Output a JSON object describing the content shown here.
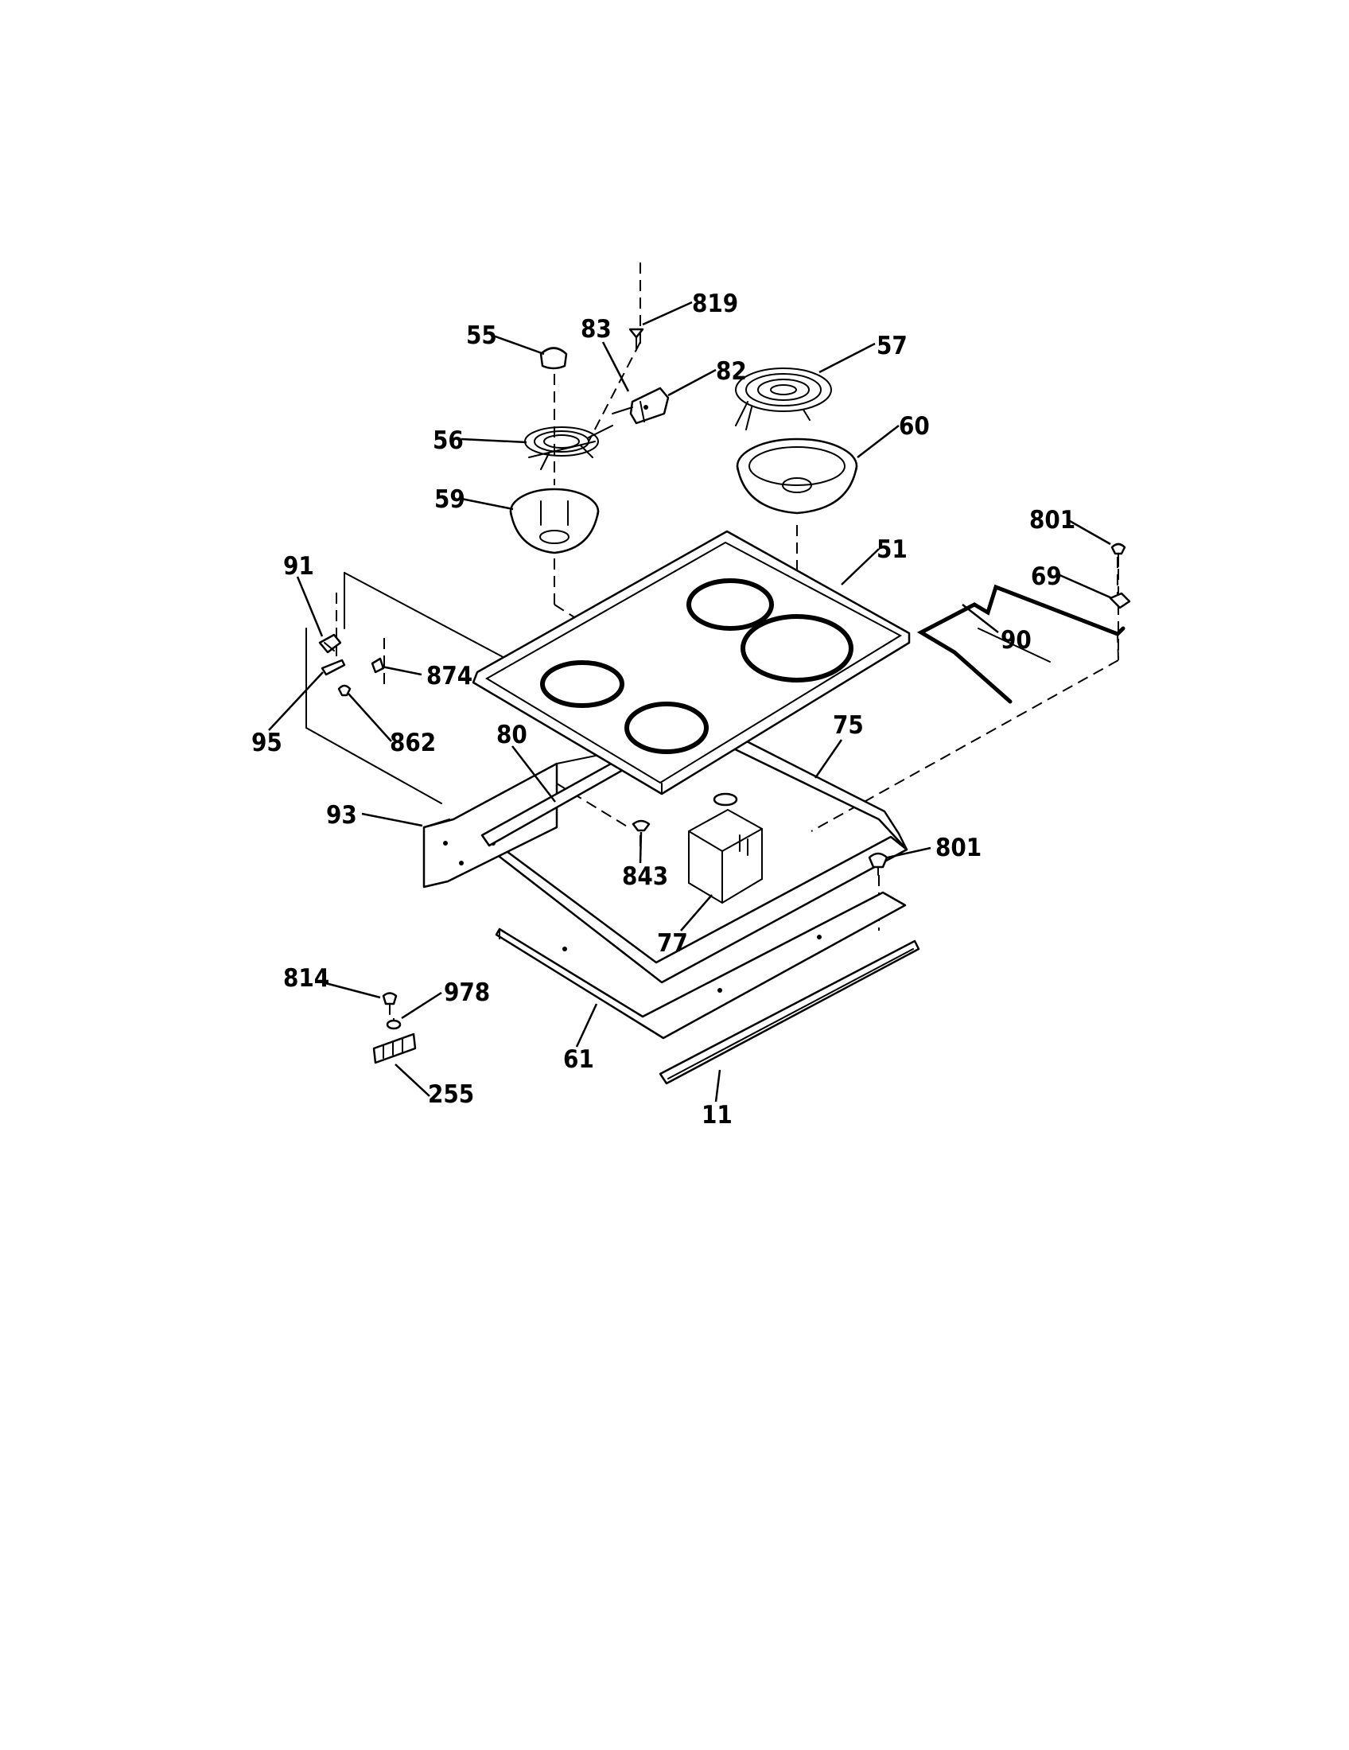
{
  "diagram": {
    "callouts": [
      {
        "id": "p819",
        "text": "819"
      },
      {
        "id": "p83",
        "text": "83"
      },
      {
        "id": "p55",
        "text": "55"
      },
      {
        "id": "p82",
        "text": "82"
      },
      {
        "id": "p57",
        "text": "57"
      },
      {
        "id": "p60",
        "text": "60"
      },
      {
        "id": "p56",
        "text": "56"
      },
      {
        "id": "p59",
        "text": "59"
      },
      {
        "id": "p801a",
        "text": "801"
      },
      {
        "id": "p51",
        "text": "51"
      },
      {
        "id": "p69",
        "text": "69"
      },
      {
        "id": "p91",
        "text": "91"
      },
      {
        "id": "p90",
        "text": "90"
      },
      {
        "id": "p874",
        "text": "874"
      },
      {
        "id": "p95",
        "text": "95"
      },
      {
        "id": "p862",
        "text": "862"
      },
      {
        "id": "p80",
        "text": "80"
      },
      {
        "id": "p75",
        "text": "75"
      },
      {
        "id": "p93",
        "text": "93"
      },
      {
        "id": "p801b",
        "text": "801"
      },
      {
        "id": "p843",
        "text": "843"
      },
      {
        "id": "p77",
        "text": "77"
      },
      {
        "id": "p814",
        "text": "814"
      },
      {
        "id": "p978",
        "text": "978"
      },
      {
        "id": "p61",
        "text": "61"
      },
      {
        "id": "p255",
        "text": "255"
      },
      {
        "id": "p11",
        "text": "11"
      }
    ]
  }
}
